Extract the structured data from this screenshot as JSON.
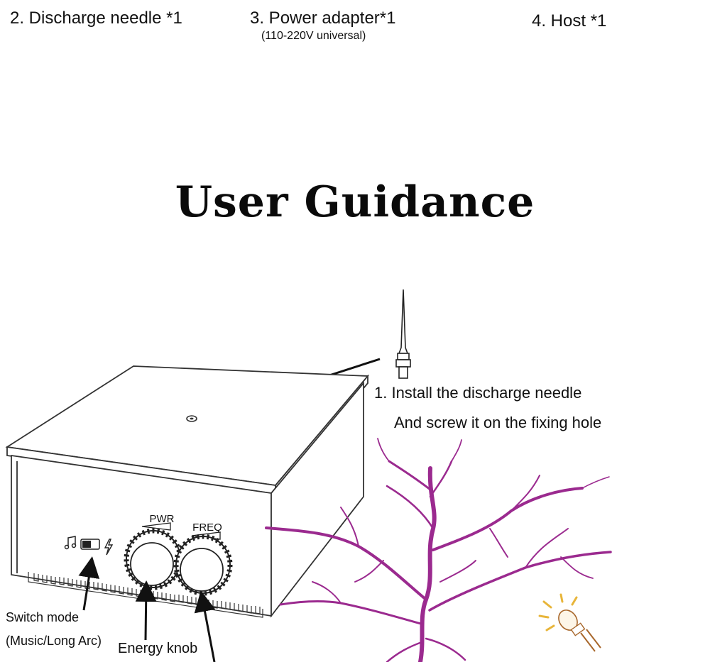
{
  "package_list": {
    "item2": "2. Discharge needle *1",
    "item3": "3. Power adapter*1",
    "item3_note": "(110-220V universal)",
    "item4": "4. Host *1"
  },
  "title": "User Guidance",
  "step1": {
    "line1": "1. Install the discharge needle",
    "line2": "And screw it on the fixing hole"
  },
  "device": {
    "knob_pwr_label": "PWR",
    "knob_freq_label": "FREQ"
  },
  "callouts": {
    "switch_mode_line1": "Switch mode",
    "switch_mode_line2": "(Music/Long Arc)",
    "energy_knob": "Energy knob"
  },
  "colors": {
    "arc": "#9b2a8f",
    "bulb": "#e8b53a",
    "bulb_legs": "#a8672b"
  }
}
